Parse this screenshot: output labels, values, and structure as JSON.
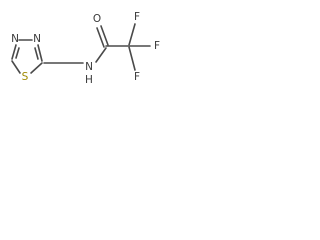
{
  "molecule": {
    "atoms": {
      "n_ring_left": "N",
      "n_ring_right": "N",
      "s_ring": "S",
      "n_amide": "N",
      "h_amide": "H",
      "o_carbonyl": "O",
      "f_top": "F",
      "f_right": "F",
      "f_bottom": "F"
    },
    "colors": {
      "bond": "#4a4a4a",
      "label": "#3a3a3a",
      "sulfur": "#a08a00"
    }
  }
}
